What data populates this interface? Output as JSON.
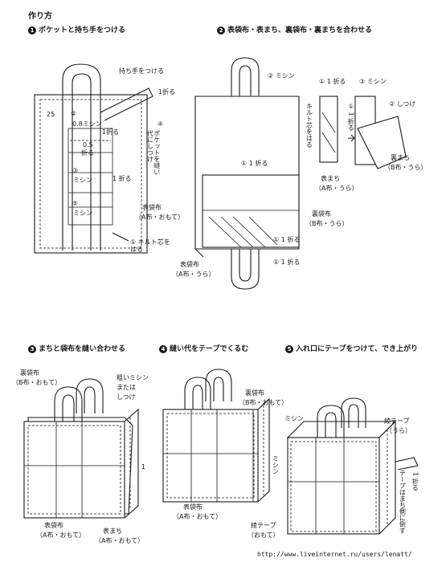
{
  "title": "作り方",
  "steps": {
    "s1": {
      "num": "1",
      "heading": "ポケットと持ち手をつける"
    },
    "s2": {
      "num": "2",
      "heading": "表袋布・表まち、裏袋布・裏まちを合わせる"
    },
    "s3": {
      "num": "3",
      "heading": "まちと袋布を縫い合わせる"
    },
    "s4": {
      "num": "4",
      "heading": "縫い代をテープでくるむ"
    },
    "s5": {
      "num": "5",
      "heading": "入れ口にテープをつけて、でき上がり"
    }
  },
  "labels1": {
    "handle": "持ち手をつける",
    "fold1": "1折る",
    "dim25": "25",
    "step2_stitch": "②",
    "stitch08": "0.8ミシン",
    "dim05": "0.5",
    "fold05": "折る",
    "circ4": "④",
    "pocket_vert": "ポケットを縫い代にしつけ",
    "circ3": "③",
    "machine3": "ミシン",
    "fold1b": "1 折る",
    "circ5": "⑤",
    "machine5": "ミシン",
    "outer_fabric": "表袋布",
    "fabric_a": "（A布・おもて）",
    "quilt": "① キルト芯をはる"
  },
  "labels2": {
    "machine": "② ミシン",
    "fold1_top": "① 1 折る",
    "fold1_mid": "① 1 折る",
    "fold1_bot": "① 1 折る",
    "lining": "裏袋布",
    "lining_b": "（B布・うら）",
    "outer": "表袋布",
    "outer_a": "（A布・うら）",
    "quilt_vert": "キルト芯をはる",
    "gusset_fold": "① 1 折る",
    "gusset_vert": "① 1 折る",
    "gusset_outer": "表まち",
    "gusset_outer_a": "（A布・うら）",
    "machine3": "③ ミシン",
    "baste2": "② しつけ",
    "gusset_lining": "裏まち",
    "gusset_lining_b": "（B布・うら）"
  },
  "labels3": {
    "lining": "裏袋布",
    "lining_b": "（B布・おもて）",
    "coarse1": "粗いミシン",
    "coarse2": "または",
    "coarse3": "しつけ",
    "one": "1",
    "outer": "表袋布",
    "outer_a": "（A布・おもて）",
    "gusset": "表まち",
    "gusset_a": "（A布・おもて）"
  },
  "labels4": {
    "lining": "裏袋布",
    "lining_b": "（B布・おもて）",
    "machine_vert": "ミシン",
    "outer": "表袋布",
    "outer_a": "（A布・おもて）",
    "tape": "綾テープ",
    "tape_s": "（おもて）"
  },
  "labels5": {
    "machine": "ミシン",
    "tape": "綾テープ",
    "tape_s": "（うら）",
    "fold1": "1 折る",
    "tape_vert": "テープはまち側に倒す"
  },
  "watermark": "http://www.liveinternet.ru/users/lenatt/"
}
